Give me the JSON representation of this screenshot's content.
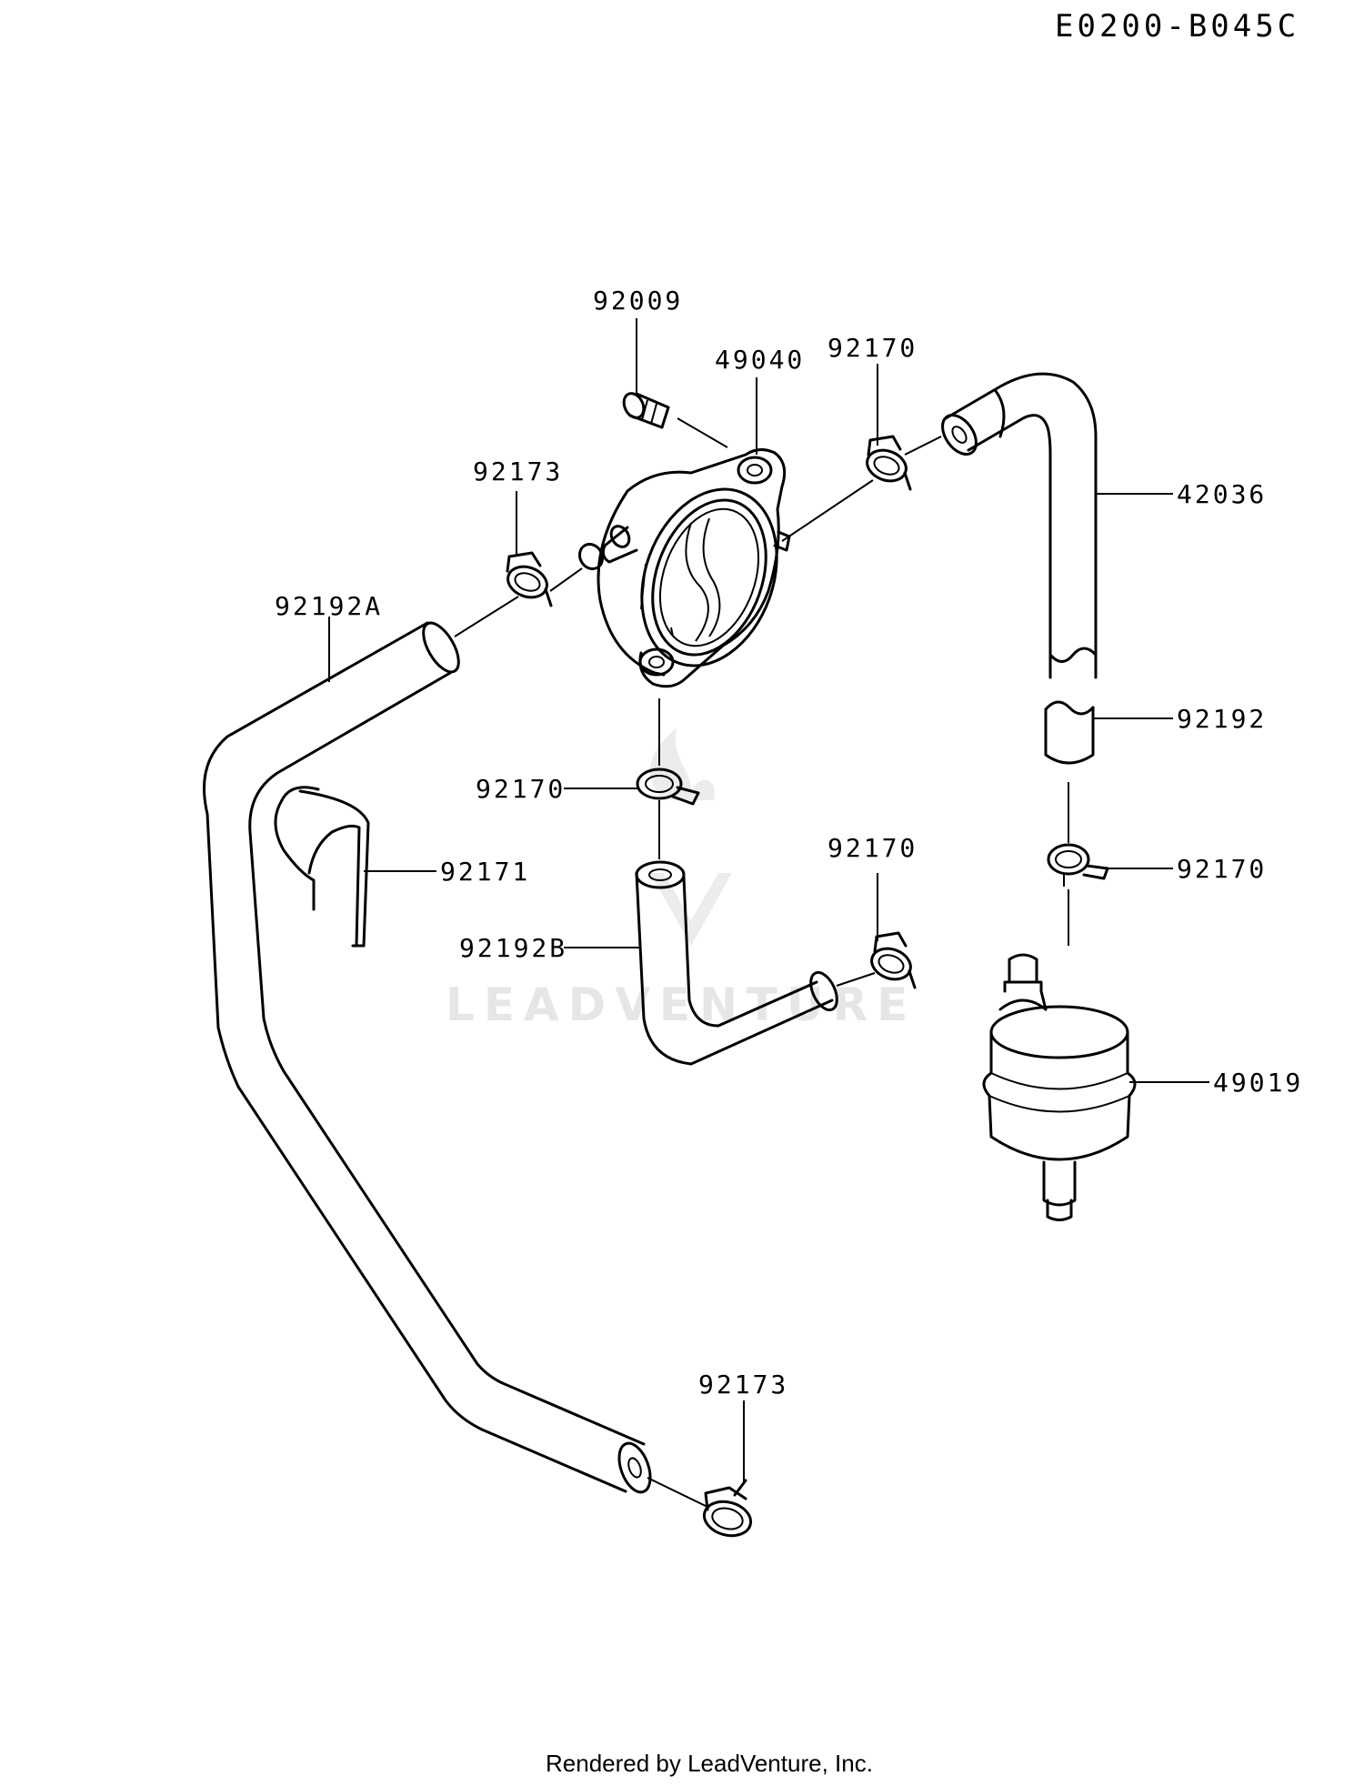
{
  "diagram_code": "E0200-B045C",
  "watermark": "LEADVENTURE",
  "footer": "Rendered by LeadVenture, Inc.",
  "labels": {
    "p92009": "92009",
    "p49040": "49040",
    "p92170_top": "92170",
    "p42036": "42036",
    "p92173_top": "92173",
    "p92192A": "92192A",
    "p92192": "92192",
    "p92170_mid": "92170",
    "p92171": "92171",
    "p92170_right": "92170",
    "p92170_lower": "92170",
    "p92192B": "92192B",
    "p49019": "49019",
    "p92173_bottom": "92173"
  }
}
